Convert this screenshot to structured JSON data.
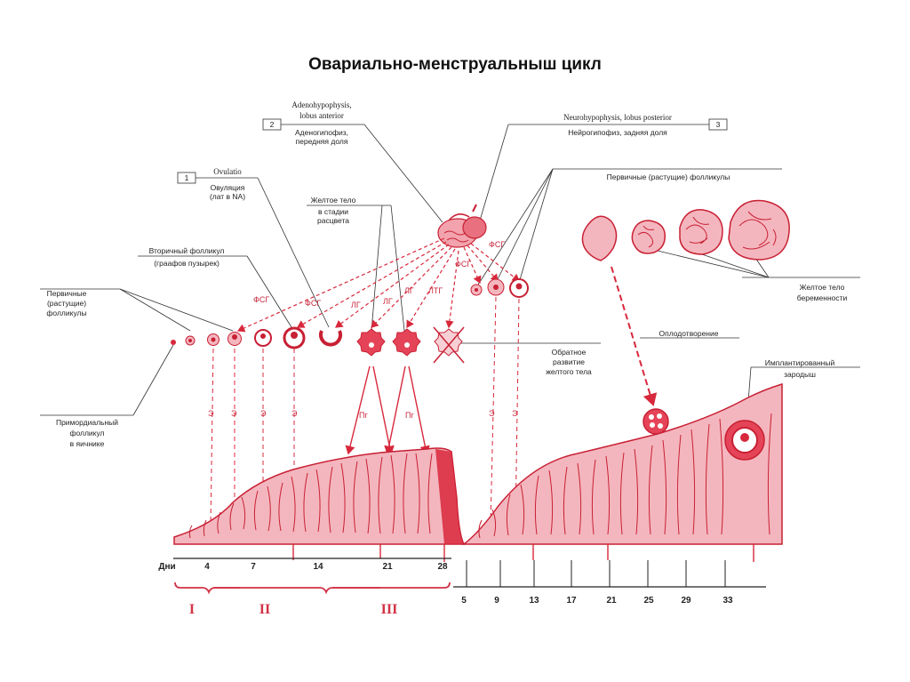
{
  "title": "Овариально-менструальныш цикл",
  "labels": {
    "adenohypophysis": "Adenohypophysis,",
    "lobus_anterior": "lobus anterior",
    "adenohypophysis_ru_1": "Аденогипофиз,",
    "adenohypophysis_ru_2": "передняя доля",
    "box2": "2",
    "neurohypophysis": "Neurohypophysis, lobus posterior",
    "neurohypophysis_ru": "Нейрогипофиз, задняя доля",
    "box3": "3",
    "box1": "1",
    "ovulatio": "Ovulatio",
    "ovulation_ru_1": "Овуляция",
    "ovulation_ru_2": "(лат в NA)",
    "corpus_luteum_1": "Желтое тело",
    "corpus_luteum_2": "в стадии",
    "corpus_luteum_3": "расцвета",
    "primary_follicles_top": "Первичные (растущие) фолликулы",
    "secondary_follicle_1": "Вторичный фолликул",
    "secondary_follicle_2": "(граафов пузырек)",
    "primary_follicles_left_1": "Первичные",
    "primary_follicles_left_2": "(растущие)",
    "primary_follicles_left_3": "фолликулы",
    "regression_1": "Обратное",
    "regression_2": "развитие",
    "regression_3": "желтого тела",
    "pregnancy_luteum_1": "Желтое тело",
    "pregnancy_luteum_2": "беременности",
    "oocyte_fertilization": "Оплодотворение",
    "implanted_embryo_1": "Имплантированный",
    "implanted_embryo_2": "зародыш",
    "primordial_1": "Примордиальный",
    "primordial_2": "фолликул",
    "primordial_3": "в яичнике",
    "days_label": "Дни"
  },
  "hormones": {
    "fsh": "ФСГ",
    "lg": "ЛГ",
    "ltg": "ЛТГ",
    "pg": "Пг",
    "e": "Э"
  },
  "days_cycle": [
    "4",
    "7",
    "14",
    "21",
    "28"
  ],
  "days_pregnancy": [
    "5",
    "9",
    "13",
    "17",
    "21",
    "25",
    "29",
    "33"
  ],
  "phases": [
    "I",
    "II",
    "III"
  ],
  "colors": {
    "accent": "#d8283c",
    "tissue_fill": "#f4b6be",
    "tissue_line": "#c82034",
    "ink": "#222222"
  }
}
